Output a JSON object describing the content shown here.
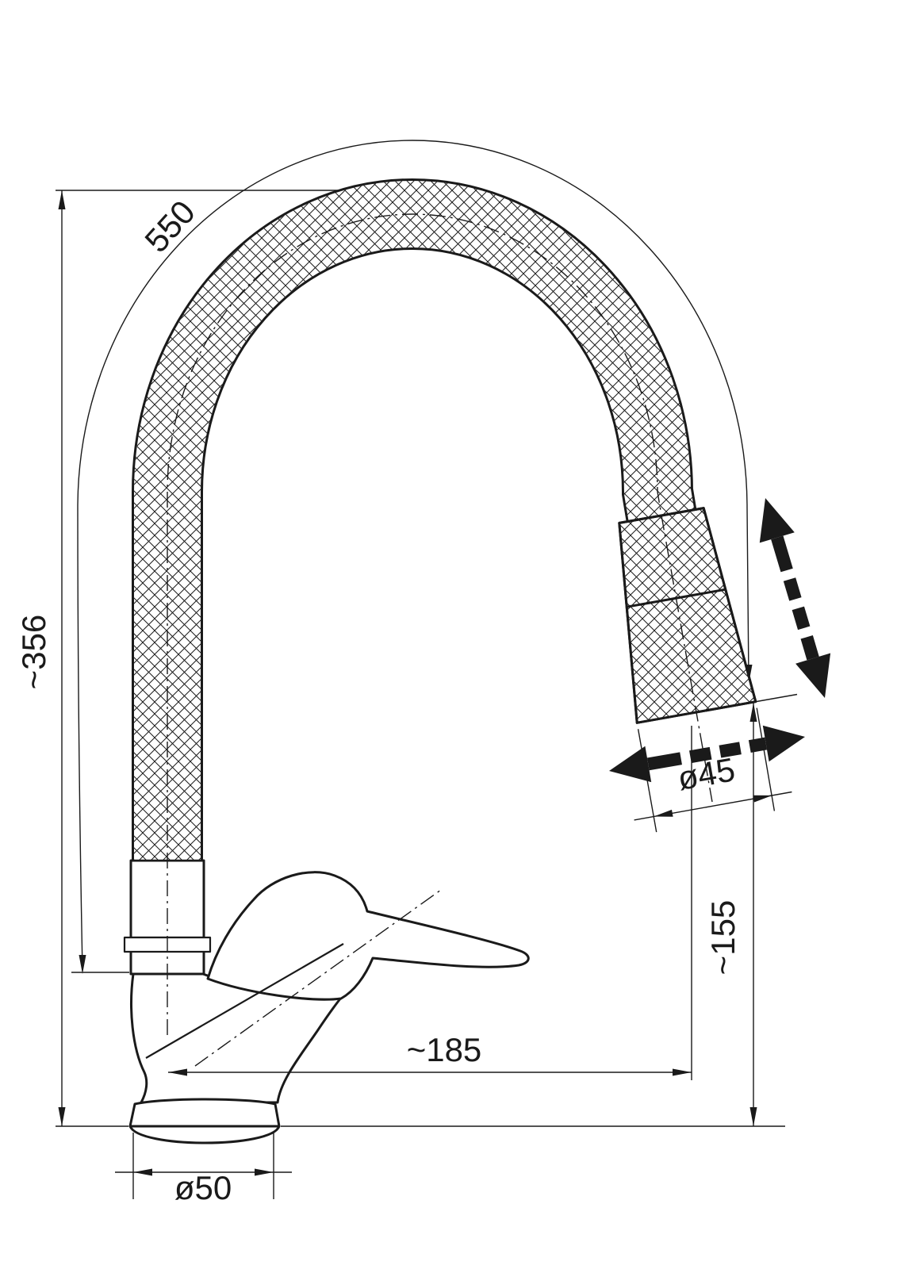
{
  "drawing": {
    "title": "faucet-technical-drawing",
    "subject": "single-lever kitchen mixer with flexible pull-out spray",
    "labels": {
      "hose_length": "550",
      "total_height": "~356",
      "spray_diameter": "ø45",
      "spout_height": "~155",
      "spout_reach": "~185",
      "base_diameter": "ø50"
    },
    "colors": {
      "line": "#1a1a1a",
      "background": "#ffffff"
    }
  }
}
